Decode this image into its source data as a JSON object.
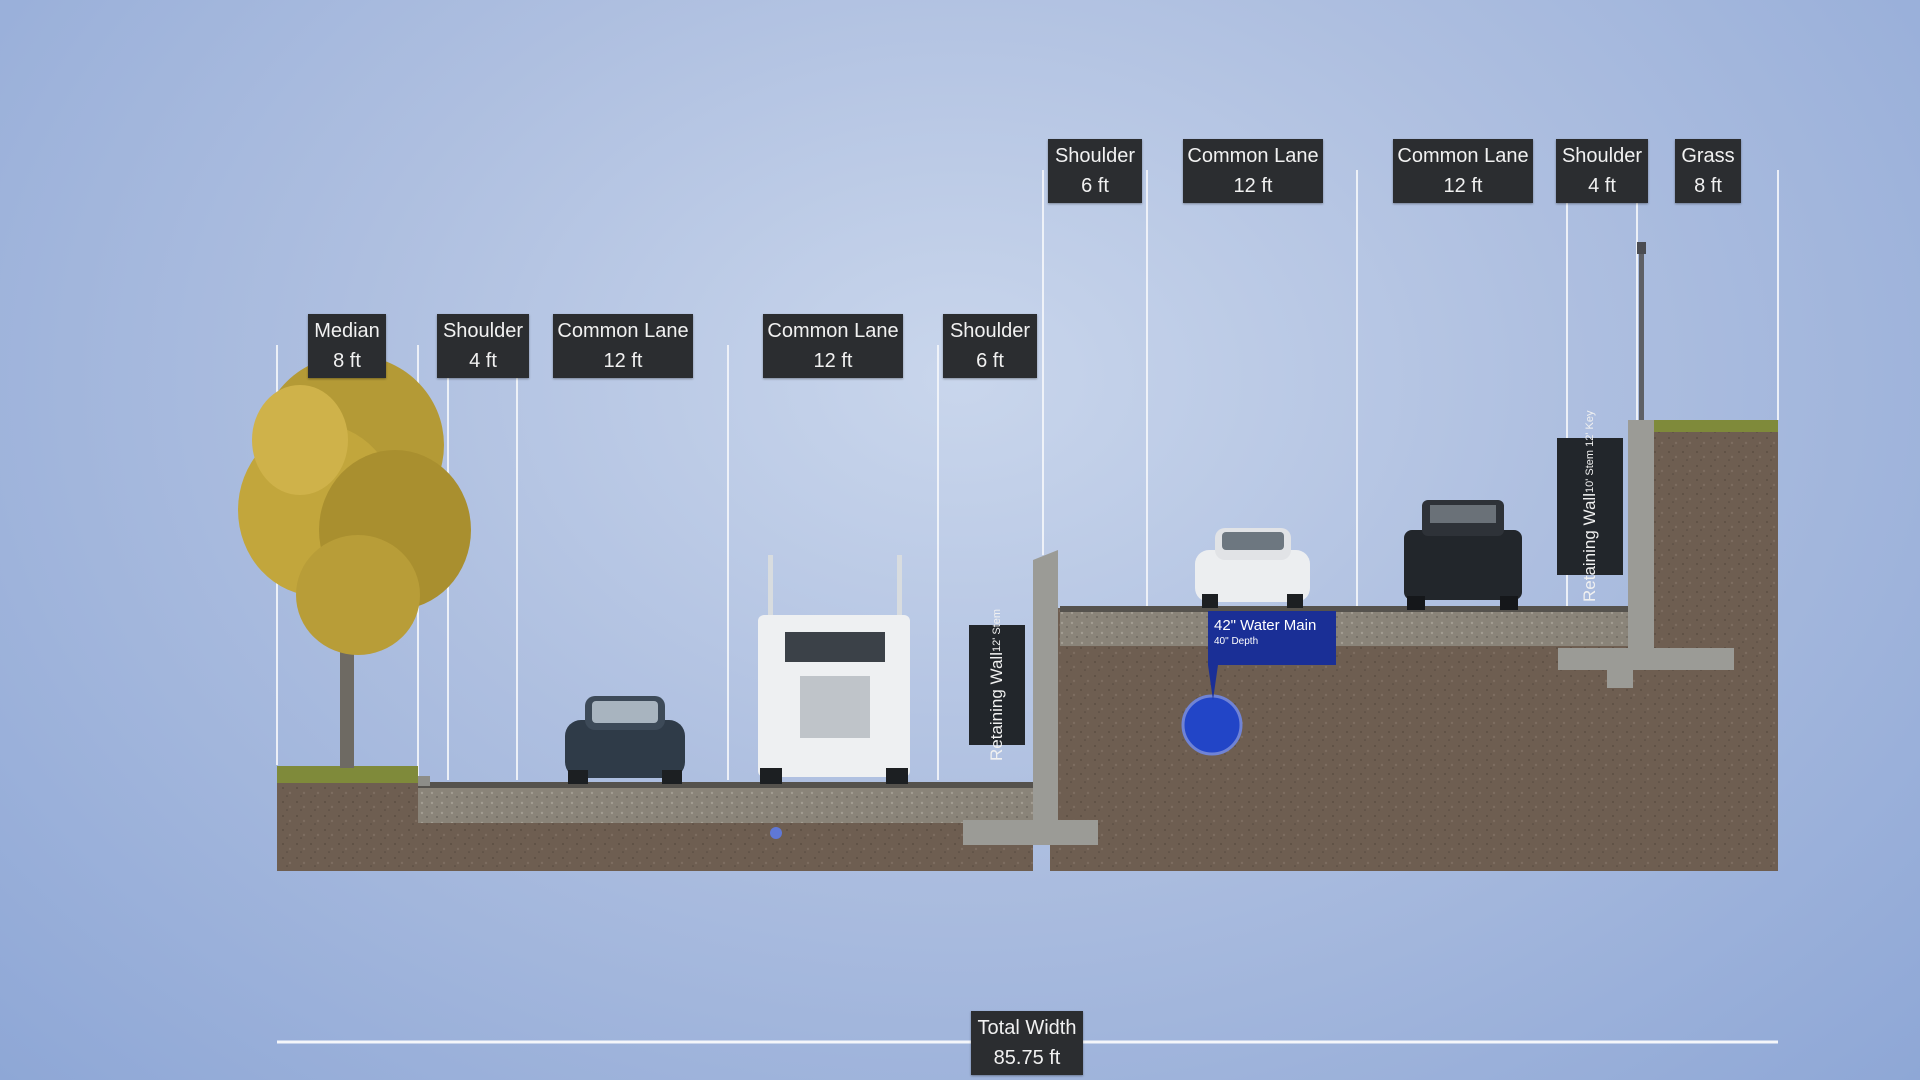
{
  "segments_lower": [
    {
      "name": "Median",
      "width": "8 ft"
    },
    {
      "name": "Shoulder",
      "width": "4 ft"
    },
    {
      "name": "Common Lane",
      "width": "12 ft"
    },
    {
      "name": "Common Lane",
      "width": "12 ft"
    },
    {
      "name": "Shoulder",
      "width": "6 ft"
    }
  ],
  "segments_upper": [
    {
      "name": "Shoulder",
      "width": "6 ft"
    },
    {
      "name": "Common Lane",
      "width": "12 ft"
    },
    {
      "name": "Common Lane",
      "width": "12 ft"
    },
    {
      "name": "Shoulder",
      "width": "4 ft"
    },
    {
      "name": "Grass",
      "width": "8 ft"
    }
  ],
  "retaining_walls": [
    {
      "title": "Retaining Wall",
      "spec": "12' Stem"
    },
    {
      "title": "Retaining Wall",
      "spec": "10' Stem 12' Key"
    }
  ],
  "utility": {
    "title": "42\" Water Main",
    "depth": "40\" Depth",
    "color": "#1a2f96"
  },
  "total": {
    "label": "Total Width",
    "value": "85.75 ft"
  },
  "colors": {
    "label_bg": "#2b2d30",
    "soil": "#6b5b4e",
    "concrete": "#9b9b96",
    "asphalt": "#7d7a74"
  }
}
